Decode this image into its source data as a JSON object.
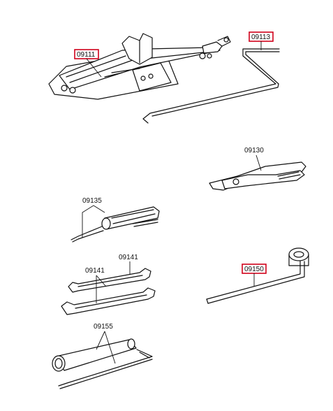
{
  "parts": [
    {
      "id": "jack",
      "code": "09111",
      "highlighted": true
    },
    {
      "id": "jack-handle",
      "code": "09113",
      "highlighted": true
    },
    {
      "id": "pliers",
      "code": "09130",
      "highlighted": false
    },
    {
      "id": "screwdriver",
      "code": "09135",
      "highlighted": false
    },
    {
      "id": "wrench-upper",
      "code": "09141",
      "highlighted": false
    },
    {
      "id": "wrench-lower",
      "code": "09141",
      "highlighted": false
    },
    {
      "id": "lug-wrench",
      "code": "09150",
      "highlighted": true
    },
    {
      "id": "plug-wrench",
      "code": "09155",
      "highlighted": false
    }
  ],
  "colors": {
    "highlight": "#d0021b",
    "line": "#111111",
    "background": "#ffffff"
  }
}
